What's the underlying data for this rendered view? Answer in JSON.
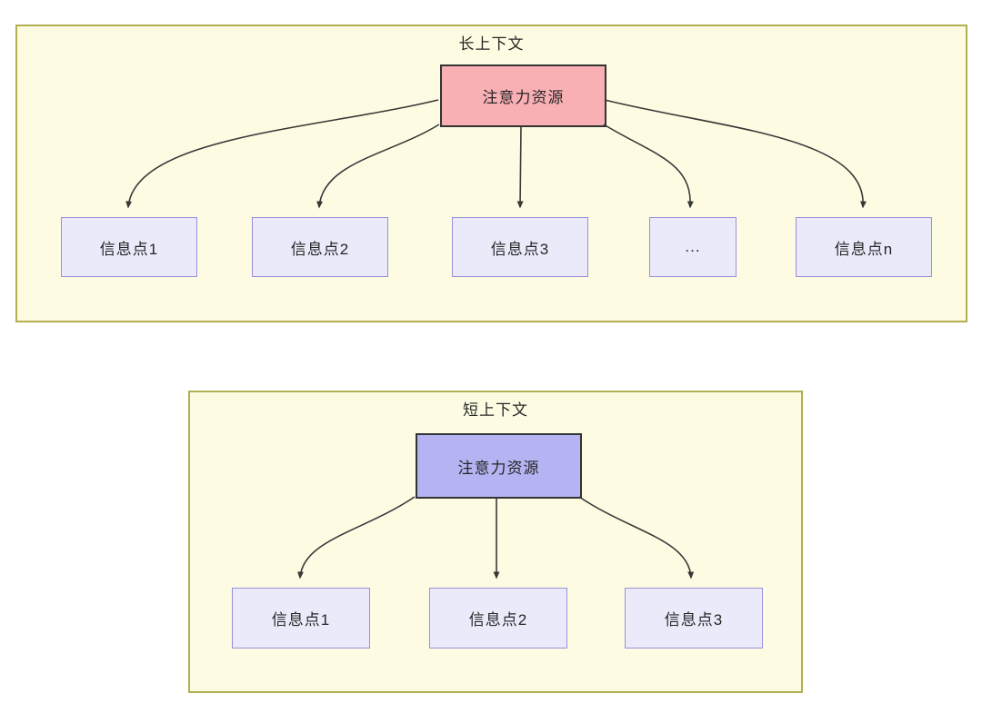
{
  "diagram": {
    "panels": [
      {
        "title": "长上下文",
        "attention_label": "注意力资源",
        "attention_fill": "#f9b0b5",
        "children": [
          "信息点1",
          "信息点2",
          "信息点3",
          "...",
          "信息点n"
        ]
      },
      {
        "title": "短上下文",
        "attention_label": "注意力资源",
        "attention_fill": "#b5b3f2",
        "children": [
          "信息点1",
          "信息点2",
          "信息点3"
        ]
      }
    ],
    "colors": {
      "panel_background": "#fdfce2",
      "panel_border": "#b1af52",
      "attention_long_fill": "#f9b0b5",
      "attention_short_fill": "#b5b3f2",
      "node_fill": "#eaeafb",
      "node_border": "#9c8fd9",
      "attention_border": "#333333",
      "arrow": "#383838",
      "text": "#262626"
    }
  }
}
